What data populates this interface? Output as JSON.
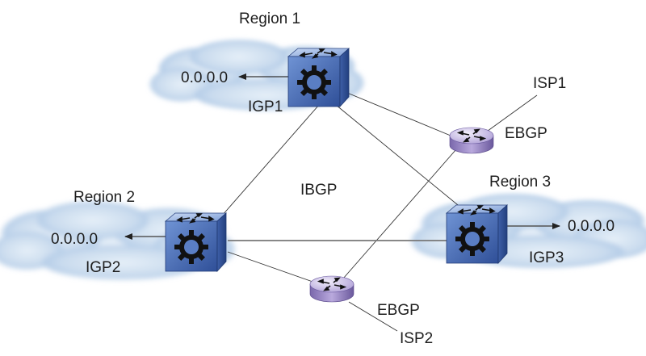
{
  "diagram": {
    "regions": [
      {
        "id": "r1",
        "title": "Region 1",
        "igp": "IGP1",
        "route": "0.0.0.0"
      },
      {
        "id": "r2",
        "title": "Region 2",
        "igp": "IGP2",
        "route": "0.0.0.0"
      },
      {
        "id": "r3",
        "title": "Region 3",
        "igp": "IGP3",
        "route": "0.0.0.0"
      }
    ],
    "ibgp_label": "IBGP",
    "isps": [
      {
        "id": "isp1",
        "name": "ISP1",
        "protocol": "EBGP"
      },
      {
        "id": "isp2",
        "name": "ISP2",
        "protocol": "EBGP"
      }
    ],
    "colors": {
      "cloud": "#bcd3ea",
      "switch": "#4a6fb8",
      "router": "#a393cc",
      "line": "#333333"
    }
  }
}
